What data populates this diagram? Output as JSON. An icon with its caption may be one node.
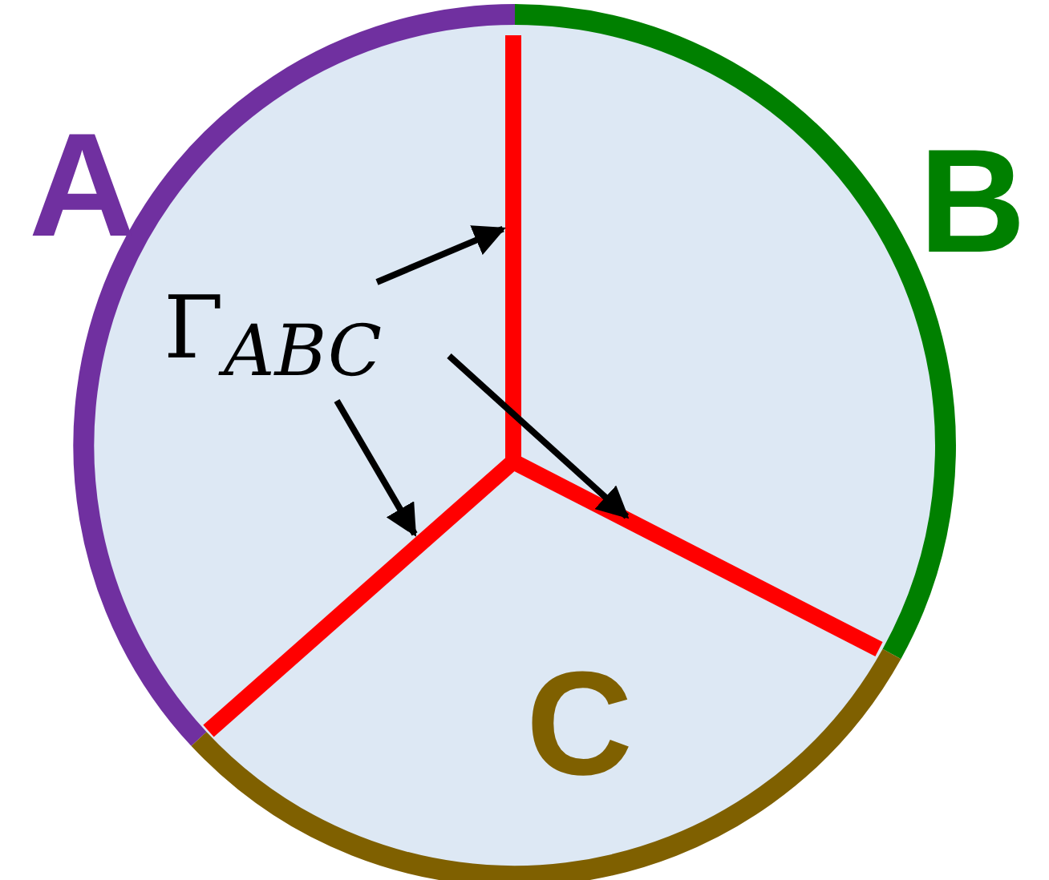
{
  "diagram": {
    "nodes": [
      {
        "text": [
          "Γ$_{ABC}$"
        ]
      },
      {
        "text": [],
        "shape": "line"
      },
      {
        "text": [],
        "shape": "line"
      },
      {
        "text": [],
        "shape": "line"
      }
    ],
    "edges": [
      {
        "from": 0,
        "to": 1,
        "arrow": "to"
      },
      {
        "from": 0,
        "to": 2,
        "arrow": "to"
      },
      {
        "from": 0,
        "to": 3,
        "arrow": "to"
      }
    ],
    "labels": [
      "A",
      "B",
      "C"
    ]
  }
}
